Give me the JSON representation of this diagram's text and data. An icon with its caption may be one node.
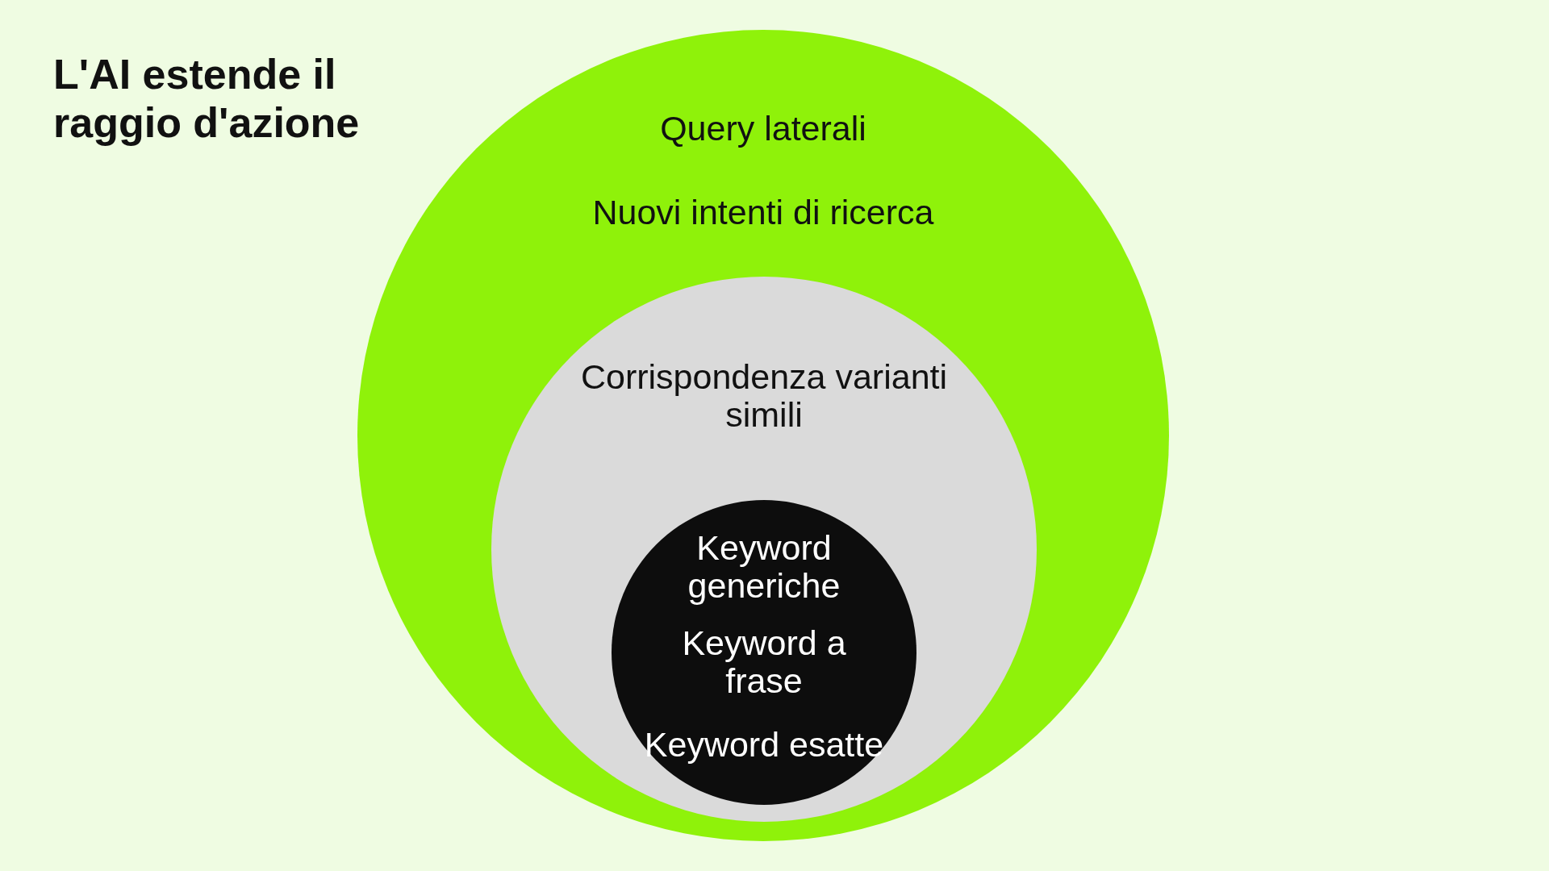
{
  "diagram": {
    "title": "L'AI estende il raggio d'azione",
    "nodes": [
      {
        "text": [
          "Query laterali",
          "Nuovi intenti di ricerca"
        ]
      },
      {
        "text": [
          "Corrispondenza varianti simili"
        ],
        "in": 0
      },
      {
        "text": [
          "Keyword generiche",
          "Keyword a frase",
          "Keyword esatte"
        ],
        "in": 1
      }
    ]
  }
}
